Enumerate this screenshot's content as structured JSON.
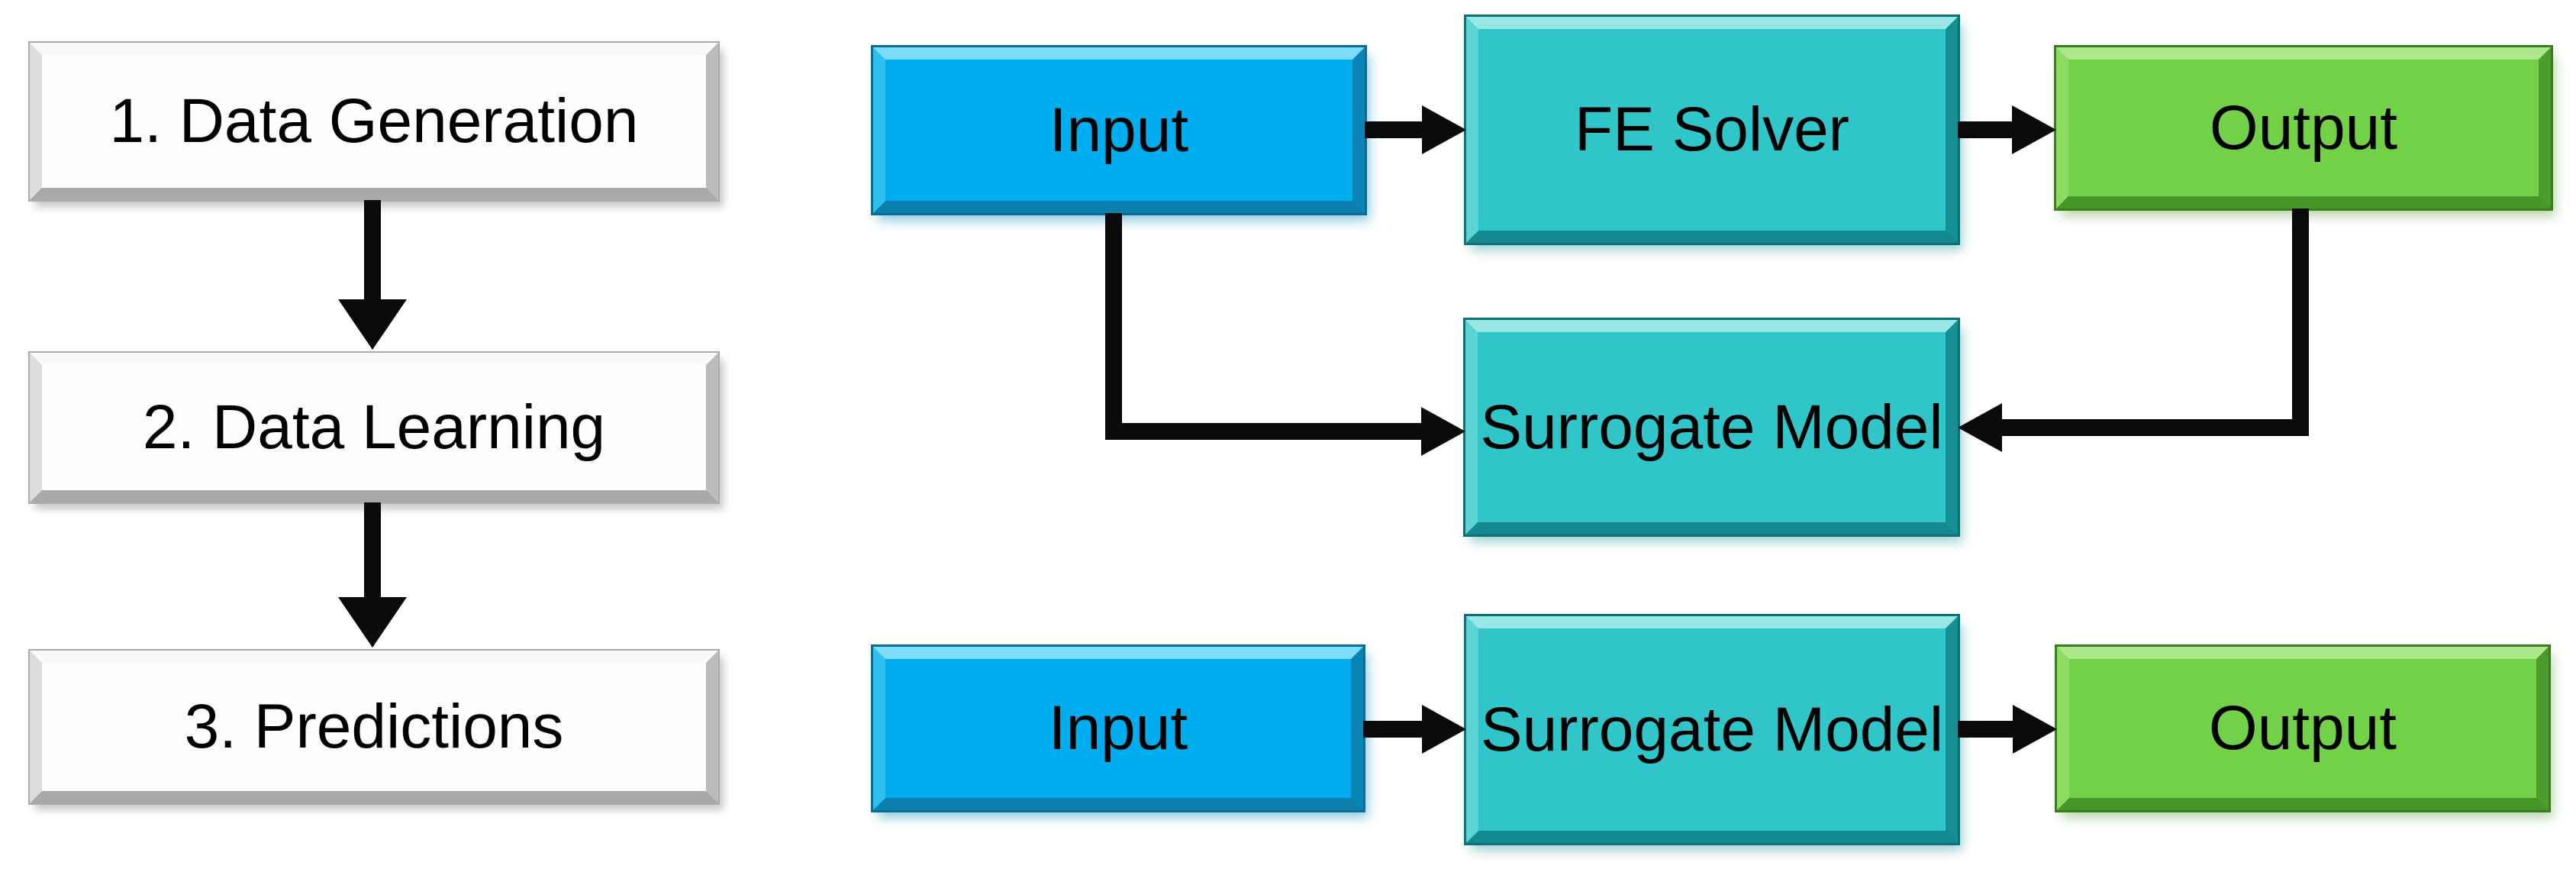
{
  "colors": {
    "blue": "#00aeef",
    "teal": "#30c5c9",
    "green": "#72d147",
    "arrow": "#0a0a0a",
    "step_fill": "#fdfdfd"
  },
  "diagram": {
    "steps": [
      {
        "label": "1. Data Generation"
      },
      {
        "label": "2. Data Learning"
      },
      {
        "label": "3. Predictions"
      }
    ],
    "row1": {
      "input": "Input",
      "fe_solver": "FE Solver",
      "output": "Output"
    },
    "row2": {
      "surrogate": "Surrogate Model"
    },
    "row3": {
      "input": "Input",
      "surrogate": "Surrogate Model",
      "output": "Output"
    }
  }
}
